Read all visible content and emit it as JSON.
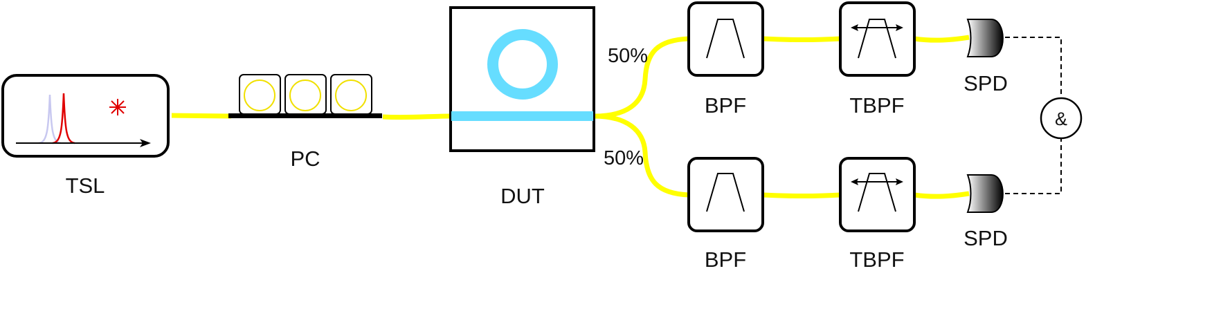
{
  "labels": {
    "tsl": "TSL",
    "pc": "PC",
    "dut": "DUT",
    "bpf_top": "BPF",
    "tbpf_top": "TBPF",
    "spd_top": "SPD",
    "bpf_bottom": "BPF",
    "tbpf_bottom": "TBPF",
    "spd_bottom": "SPD",
    "split_top": "50%",
    "split_bottom": "50%",
    "coincidence": "&"
  },
  "colors": {
    "fiber": "#ffff00",
    "waveguide": "#66ddff",
    "laser_line": "#e00000",
    "laser_ghost": "#c8c8f0",
    "pc_loop": "#f0e000",
    "outline": "#000000"
  },
  "icons": {
    "laser_spectrum": "laser-spectrum-icon",
    "star": "asterisk-icon",
    "bandpass": "bandpass-filter-icon",
    "tunable_bandpass": "tunable-bandpass-filter-icon",
    "detector": "photodetector-icon"
  }
}
